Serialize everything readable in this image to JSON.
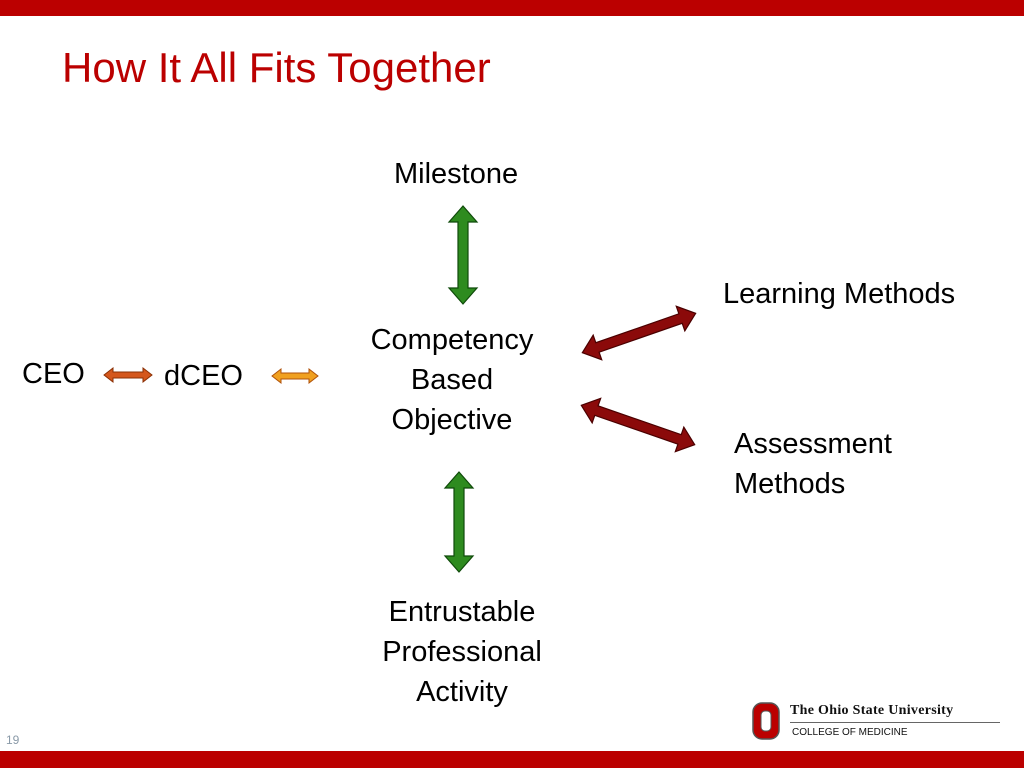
{
  "slide": {
    "title": "How It All Fits Together",
    "page_number": "19"
  },
  "diagram": {
    "milestone": "Milestone",
    "learning_methods": "Learning Methods",
    "competency_line1": "Competency",
    "competency_line2": "Based",
    "competency_line3": "Objective",
    "assessment_line1": "Assessment",
    "assessment_line2": "Methods",
    "ceo": "CEO",
    "dceo": "dCEO",
    "epa_line1": "Entrustable",
    "epa_line2": "Professional",
    "epa_line3": "Activity"
  },
  "logo": {
    "name": "The Ohio State University",
    "subname": "COLLEGE OF MEDICINE"
  },
  "colors": {
    "brand_red": "#bb0000",
    "green_arrow": "#2e8b1f",
    "dark_red_arrow": "#8b0a0a",
    "orange_arrow": "#d4571c",
    "yellow_arrow": "#f0a020"
  }
}
